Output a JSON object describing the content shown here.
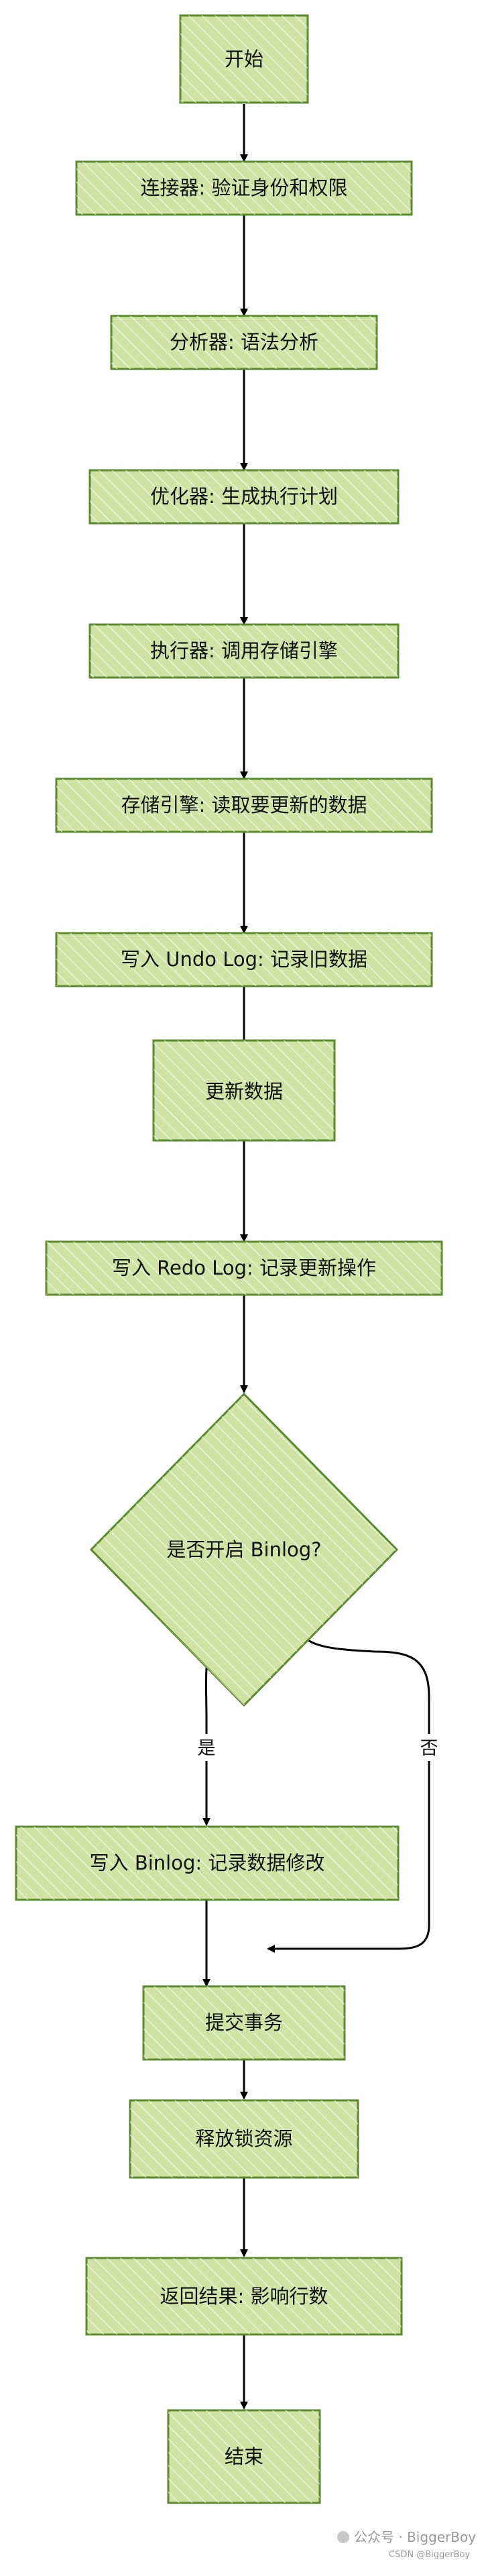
{
  "diagram": {
    "nodes": [
      {
        "id": "start",
        "label": "开始"
      },
      {
        "id": "connector",
        "label": "连接器: 验证身份和权限"
      },
      {
        "id": "parser",
        "label": "分析器: 语法分析"
      },
      {
        "id": "optimizer",
        "label": "优化器: 生成执行计划"
      },
      {
        "id": "executor",
        "label": "执行器: 调用存储引擎"
      },
      {
        "id": "engine",
        "label": "存储引擎: 读取要更新的数据"
      },
      {
        "id": "undo",
        "label": "写入 Undo Log: 记录旧数据"
      },
      {
        "id": "update",
        "label": "更新数据"
      },
      {
        "id": "redo",
        "label": "写入 Redo Log: 记录更新操作"
      },
      {
        "id": "decision",
        "label": "是否开启 Binlog?"
      },
      {
        "id": "binlog",
        "label": "写入 Binlog: 记录数据修改"
      },
      {
        "id": "commit",
        "label": "提交事务"
      },
      {
        "id": "release",
        "label": "释放锁资源"
      },
      {
        "id": "return",
        "label": "返回结果: 影响行数"
      },
      {
        "id": "end",
        "label": "结束"
      }
    ],
    "edge_labels": {
      "yes": "是",
      "no": "否"
    },
    "colors": {
      "fill": "#cfe3a4",
      "hatch": "#ffffff",
      "stroke": "#5a8a2c",
      "arrow": "#000000"
    }
  },
  "watermark": {
    "line1": "公众号 · BiggerBoy",
    "line2": "CSDN @BiggerBoy"
  }
}
